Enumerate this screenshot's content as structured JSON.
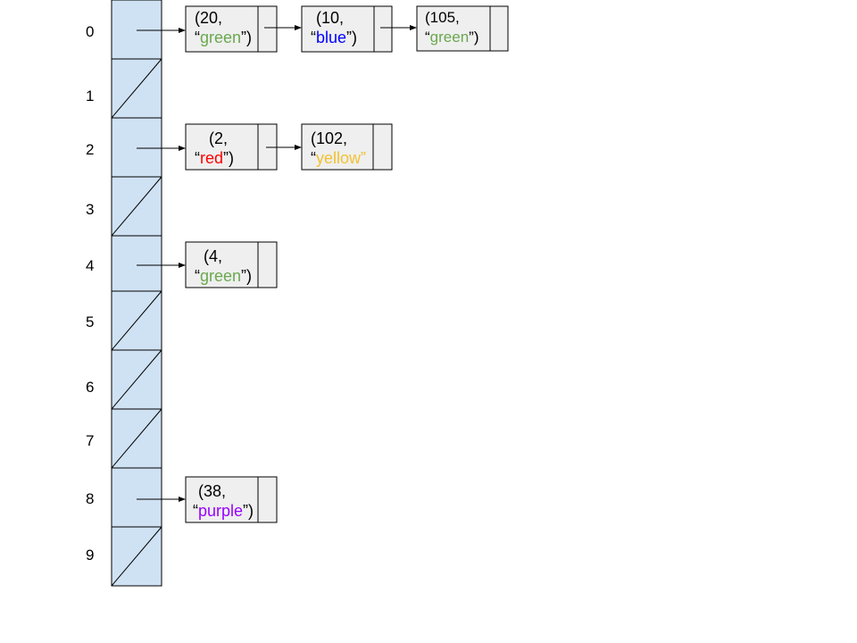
{
  "table": {
    "indices": [
      "0",
      "1",
      "2",
      "3",
      "4",
      "5",
      "6",
      "7",
      "8",
      "9"
    ],
    "bucket_fill": "#cfe2f3",
    "bucket_stroke": "#000000",
    "node_fill": "#efefef"
  },
  "colors": {
    "green": "#6aa84f",
    "blue": "#0000ff",
    "red": "#ff0000",
    "yellow": "#f1c232",
    "purple": "#9900ff"
  },
  "chains": {
    "bucket0": [
      {
        "line1": "(20,",
        "open_quote": "“",
        "value": "green",
        "close": "”)",
        "color": "#6aa84f"
      },
      {
        "line1": "(10,",
        "open_quote": "“",
        "value": "blue",
        "close": "”)",
        "color": "#0000ff"
      },
      {
        "line1": "(105,",
        "open_quote": "“",
        "value": "green",
        "close": "”)",
        "color": "#6aa84f"
      }
    ],
    "bucket2": [
      {
        "line1": "(2,",
        "open_quote": "“",
        "value": "red",
        "close": "”)",
        "color": "#ff0000"
      },
      {
        "line1": "(102,",
        "open_quote": "“",
        "value": "yellow",
        "close": "”",
        "color": "#f1c232"
      }
    ],
    "bucket4": [
      {
        "line1": "(4,",
        "open_quote": "“",
        "value": "green",
        "close": "”)",
        "color": "#6aa84f"
      }
    ],
    "bucket8": [
      {
        "line1": "(38,",
        "open_quote": "“",
        "value": "purple",
        "close": "”)",
        "color": "#9900ff"
      }
    ]
  }
}
